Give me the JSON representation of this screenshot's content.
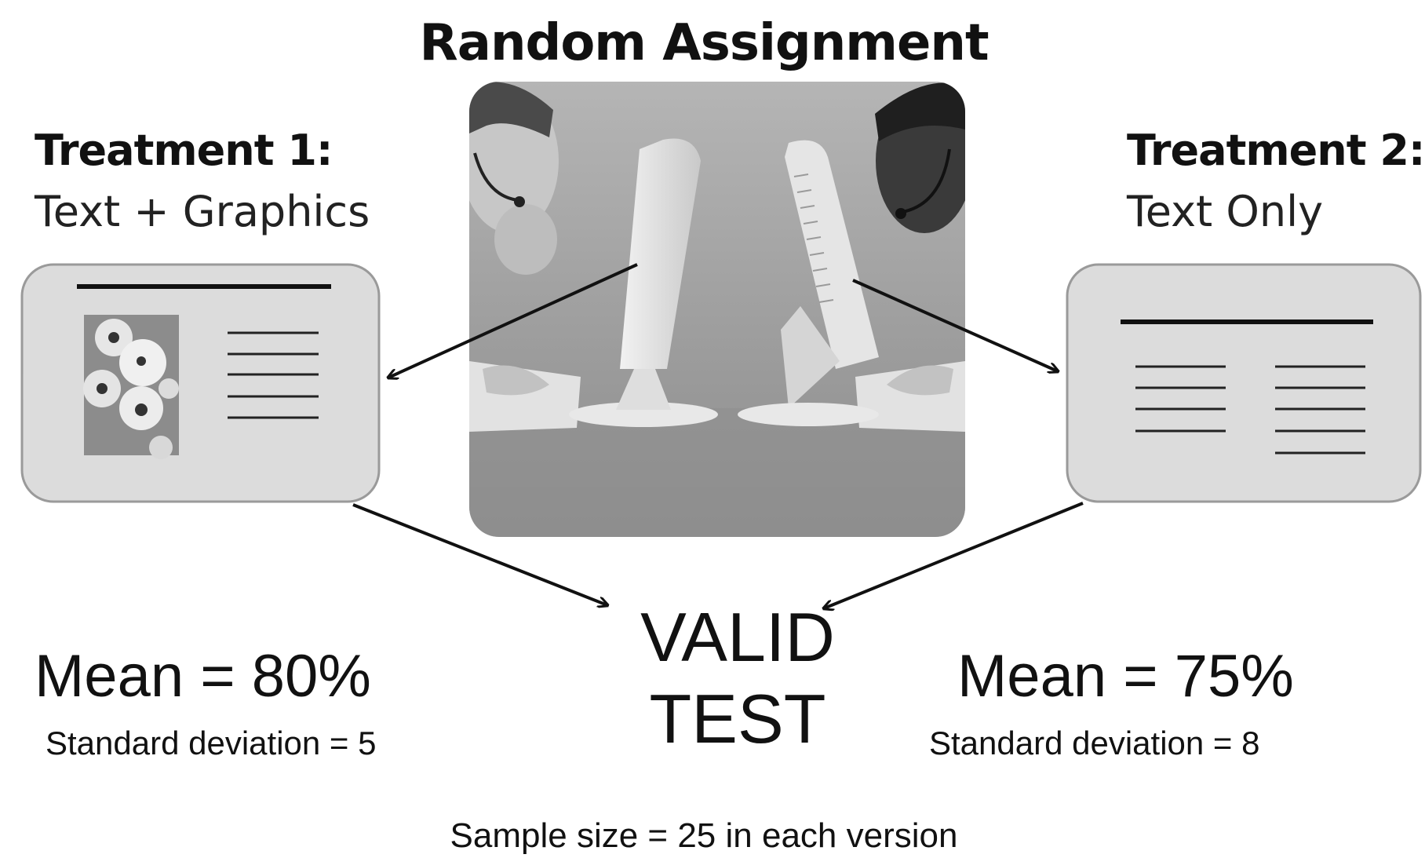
{
  "title": "Random Assignment",
  "treatment1": {
    "heading": "Treatment 1:",
    "subtitle": "Text + Graphics",
    "mean": "Mean = 80%",
    "sd": "Standard deviation = 5"
  },
  "treatment2": {
    "heading": "Treatment 2:",
    "subtitle": "Text Only",
    "mean": "Mean = 75%",
    "sd": "Standard deviation = 8"
  },
  "result": {
    "line1": "VALID",
    "line2": "TEST"
  },
  "sample": "Sample size = 25 in each version",
  "colors": {
    "panel_fill": "#dcdcdc",
    "panel_border": "#9a9a9a",
    "arrow": "#111111",
    "photo_bg": "#a8a8a8"
  },
  "icons": {
    "photo": "two-people-at-computers-photo",
    "graphic": "thumbnail-graphic-icon"
  }
}
